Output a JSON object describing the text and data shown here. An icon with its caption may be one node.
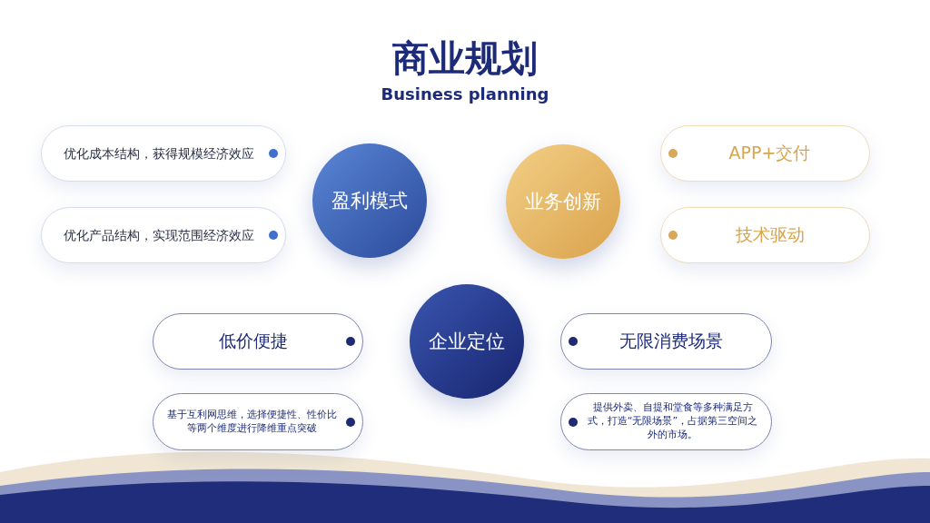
{
  "diagram": {
    "title": "商业规划",
    "nodes": [
      {
        "text": [
          "盈利模式"
        ]
      },
      {
        "text": [
          "优化成本结构，获得规模经济效应"
        ]
      },
      {
        "text": [
          "优化产品结构，实现范围经济效应"
        ]
      },
      {
        "text": [
          "业务创新"
        ]
      },
      {
        "text": [
          "APP+交付"
        ]
      },
      {
        "text": [
          "技术驱动"
        ]
      },
      {
        "text": [
          "企业定位"
        ]
      },
      {
        "text": [
          "低价便捷"
        ]
      },
      {
        "text": [
          "基于互利网思维，选择便捷性、性价比等两个维度进行降维重点突破"
        ]
      },
      {
        "text": [
          "无限消费场景"
        ]
      },
      {
        "text": [
          "提供外卖、自提和堂食等多种满足方式，打造“无限场景”，占据第三空间之外的市场。"
        ]
      }
    ],
    "labels": [
      "Business planning"
    ]
  }
}
